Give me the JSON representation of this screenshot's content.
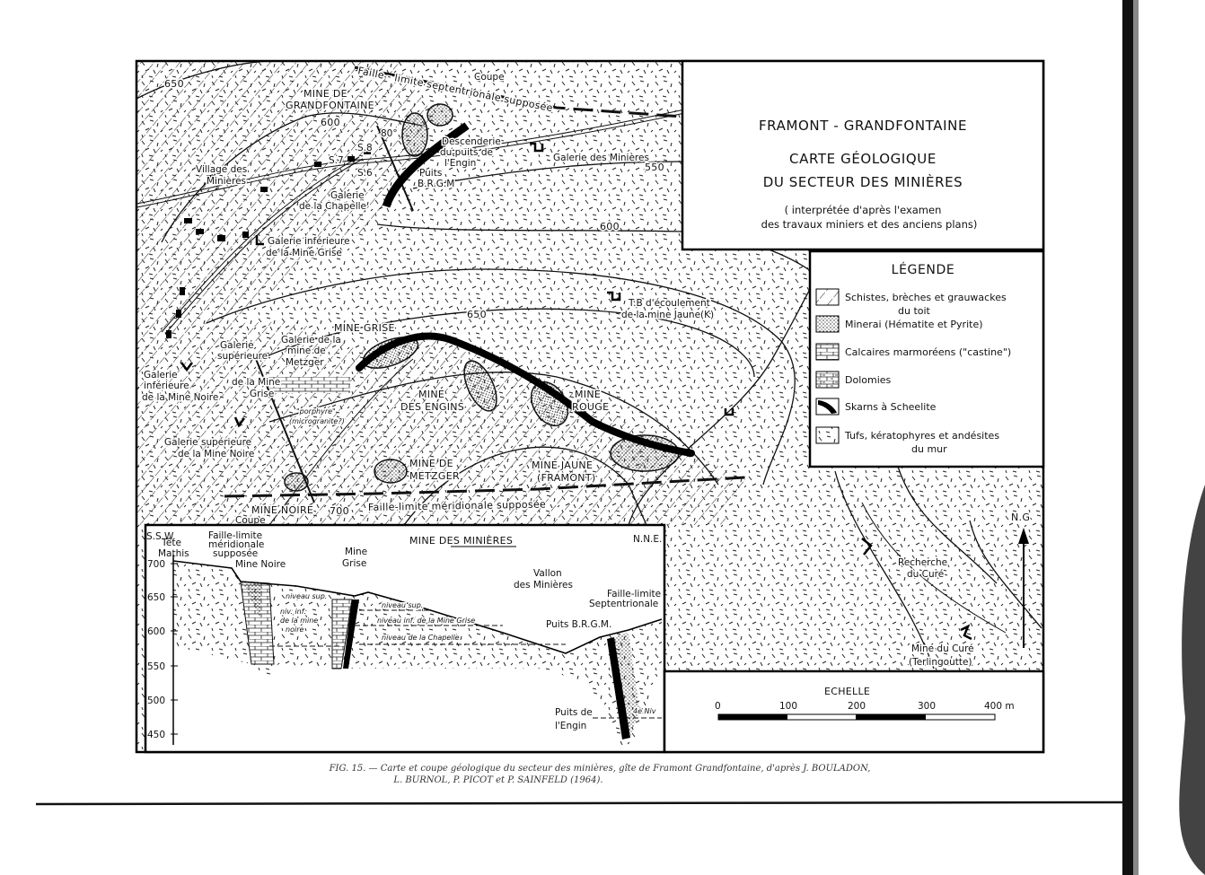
{
  "title": {
    "line1": "FRAMONT - GRANDFONTAINE",
    "line2": "CARTE GÉOLOGIQUE",
    "line3": "DU SECTEUR DES MINIÈRES",
    "sub1": "( interprétée d'après l'examen",
    "sub2": "des travaux miniers et des anciens plans)"
  },
  "legend": {
    "heading": "LÉGENDE",
    "items": [
      {
        "label": "Schistes, brèches et grauwackes",
        "label2": "du toit"
      },
      {
        "label": "Minerai (Hématite et Pyrite)"
      },
      {
        "label": "Calcaires marmoréens (\"castine\")"
      },
      {
        "label": "Dolomies"
      },
      {
        "label": "Skarns à Scheelite"
      },
      {
        "label": "Tufs, kératophyres et andésites",
        "label2": "du mur"
      }
    ]
  },
  "map": {
    "contours": [
      "650",
      "600",
      "550",
      "600",
      "650",
      "700"
    ],
    "labels": {
      "faille_nord": "Faille - limite septentrionale supposée",
      "coupe_nord": "Coupe",
      "mine_grandfontaine_1": "MINE DE",
      "mine_grandfontaine_2": "GRANDFONTAINE",
      "dip": "80°",
      "descenderie_1": "Descenderie",
      "descenderie_2": "du puits de",
      "descenderie_3": "l'Engin",
      "galerie_minieres": "Galerie des Minières",
      "puits_brgm_1": "Puits",
      "puits_brgm_2": "B.R.G.M",
      "s8": "S.8",
      "s7": "S.7",
      "s6": "S.6",
      "village_1": "Village des",
      "village_2": "Minières",
      "chapelle_1": "Galerie",
      "chapelle_2": "de la Chapelle",
      "gal_inf_grise_1": "Galerie inférieure",
      "gal_inf_grise_2": "de la Mine Grise",
      "tb_1": "T.B d'écoulement",
      "tb_2": "de la mine Jaune(K)",
      "mine_grise": "MINE GRISE",
      "gal_metzger_1": "Galerie de la",
      "gal_metzger_2": "mine de",
      "gal_metzger_3": "Metzger",
      "gal_sup_grise_1": "Galerie",
      "gal_sup_grise_2": "supérieure",
      "gal_sup_grise_3": "de la Mine",
      "gal_sup_grise_4": "Grise",
      "gal_inf_noire_1": "Galerie",
      "gal_inf_noire_2": "inférieure",
      "gal_inf_noire_3": "de la Mine Noire",
      "porphyre_1": "\"porphyre\"",
      "porphyre_2": "(microgranite?)",
      "engins_1": "MINE",
      "engins_2": "DES ENGINS",
      "rouge_1": "MINE",
      "rouge_2": "ROUGE",
      "gal_sup_noire_1": "Galerie supérieure",
      "gal_sup_noire_2": "de la Mine Noire",
      "metzger_1": "MINE DE",
      "metzger_2": "METZGER",
      "jaune_1": "MINE JAUNE",
      "jaune_2": "(FRAMONT)",
      "faille_sud": "Faille-limite méridionale supposée",
      "mine_noire": "MINE NOIRE",
      "coupe_sud": "Coupe",
      "recherche_1": "Recherche",
      "recherche_2": "du Curé",
      "cure_1": "Mine du Curé",
      "cure_2": "(Terlingoutte)"
    }
  },
  "section": {
    "title": "MINE DES MINIÈRES",
    "ssw": "S.S.W.",
    "nne": "N.N.E.",
    "ticks": [
      "700",
      "650",
      "600",
      "550",
      "500",
      "450"
    ],
    "labels": {
      "tete_1": "Tête",
      "tete_2": "Mathis",
      "faille_s_1": "Faille-limite",
      "faille_s_2": "méridionale",
      "faille_s_3": "supposée",
      "mine_noire": "Mine Noire",
      "mine_grise_1": "Mine",
      "mine_grise_2": "Grise",
      "vallon_1": "Vallon",
      "vallon_2": "des Minières",
      "faille_n_1": "Faille-limite",
      "faille_n_2": "Septentrionale",
      "puits_brgm": "Puits B.R.G.M.",
      "puits_engin_1": "Puits de",
      "puits_engin_2": "l'Engin",
      "niv4": "4e Niv",
      "noire_sup": "niveau sup.",
      "noire_inf_1": "niv. inf.",
      "noire_inf_2": "de la mine",
      "noire_inf_3": "noire",
      "grise_sup": "niveau sup.",
      "grise_inf": "niveau inf. de la Mine Grise",
      "chapelle": "niveau de la Chapelle"
    }
  },
  "scale": {
    "title": "ECHELLE",
    "ticks": [
      "0",
      "100",
      "200",
      "300",
      "400 m"
    ]
  },
  "north": "N.G",
  "caption": {
    "line1": "FIG. 15. — Carte et coupe géologique du secteur des minières, gîte de Framont Grandfontaine, d'après J. BOULADON,",
    "line2": "L. BURNOL, P. PICOT et P. SAINFELD (1964)."
  }
}
